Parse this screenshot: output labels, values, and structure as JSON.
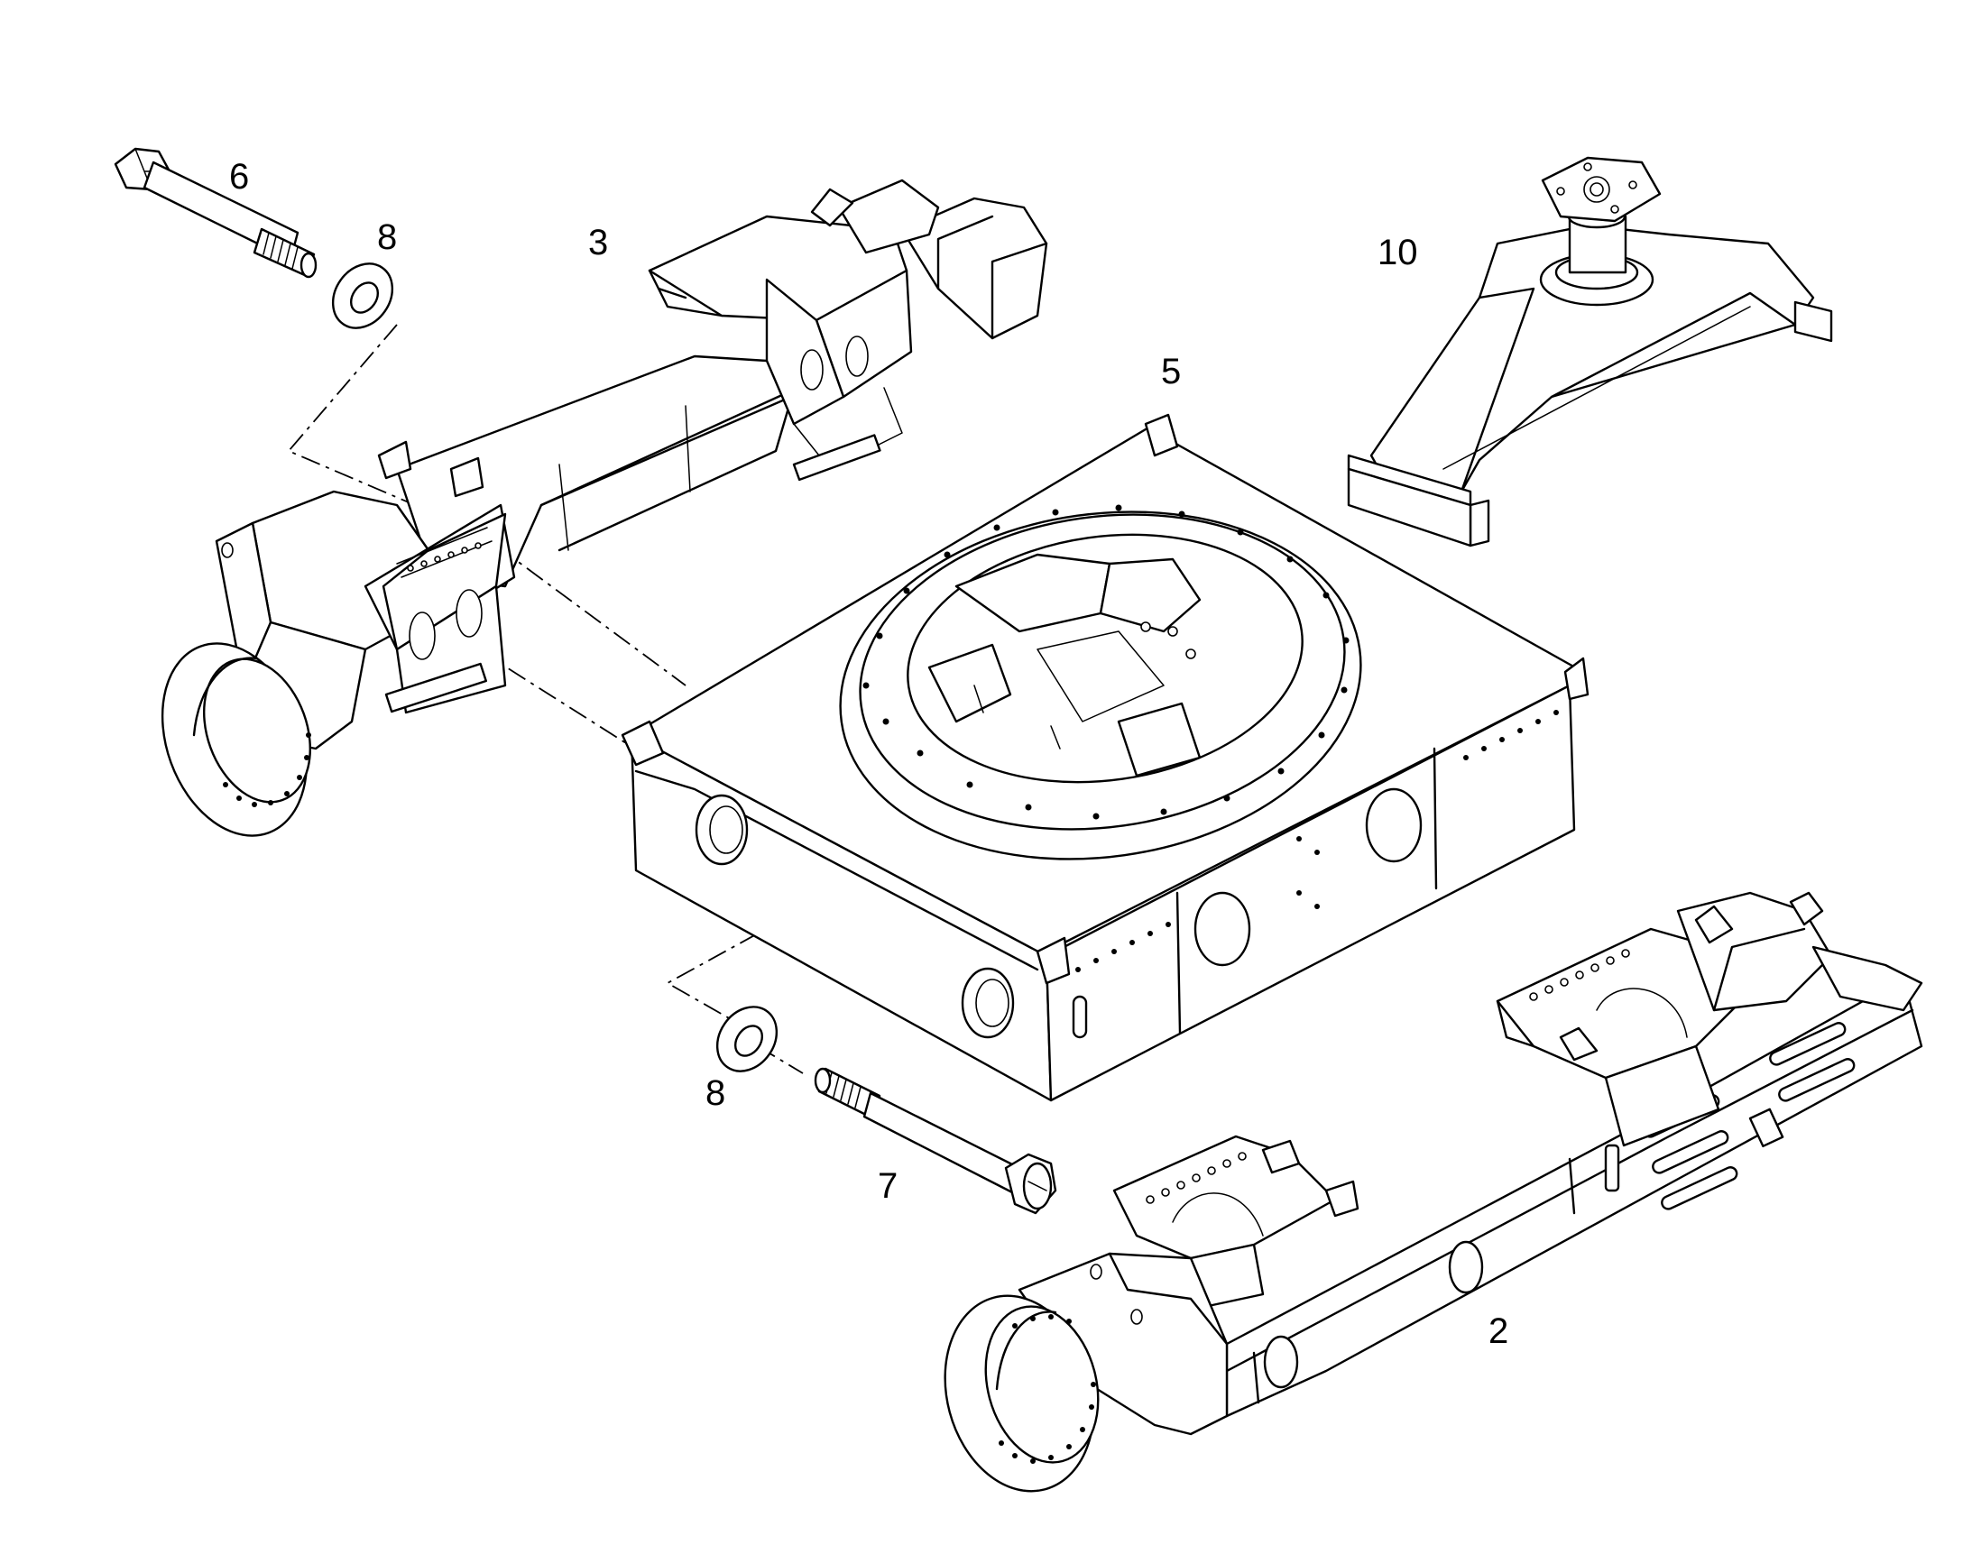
{
  "diagram": {
    "callouts": {
      "c2": "2",
      "c3": "3",
      "c5": "5",
      "c6": "6",
      "c7": "7",
      "c8a": "8",
      "c8b": "8",
      "c10": "10"
    },
    "parts": [
      {
        "ref": "2",
        "icon": "right-track-frame-icon"
      },
      {
        "ref": "3",
        "icon": "left-track-frame-icon"
      },
      {
        "ref": "5",
        "icon": "center-carbody-icon"
      },
      {
        "ref": "6",
        "icon": "hex-bolt-icon"
      },
      {
        "ref": "7",
        "icon": "hex-bolt-icon"
      },
      {
        "ref": "8",
        "icon": "washer-icon"
      },
      {
        "ref": "10",
        "icon": "swivel-joint-bracket-icon"
      }
    ],
    "line_color": "#000000",
    "background_color": "#ffffff"
  }
}
